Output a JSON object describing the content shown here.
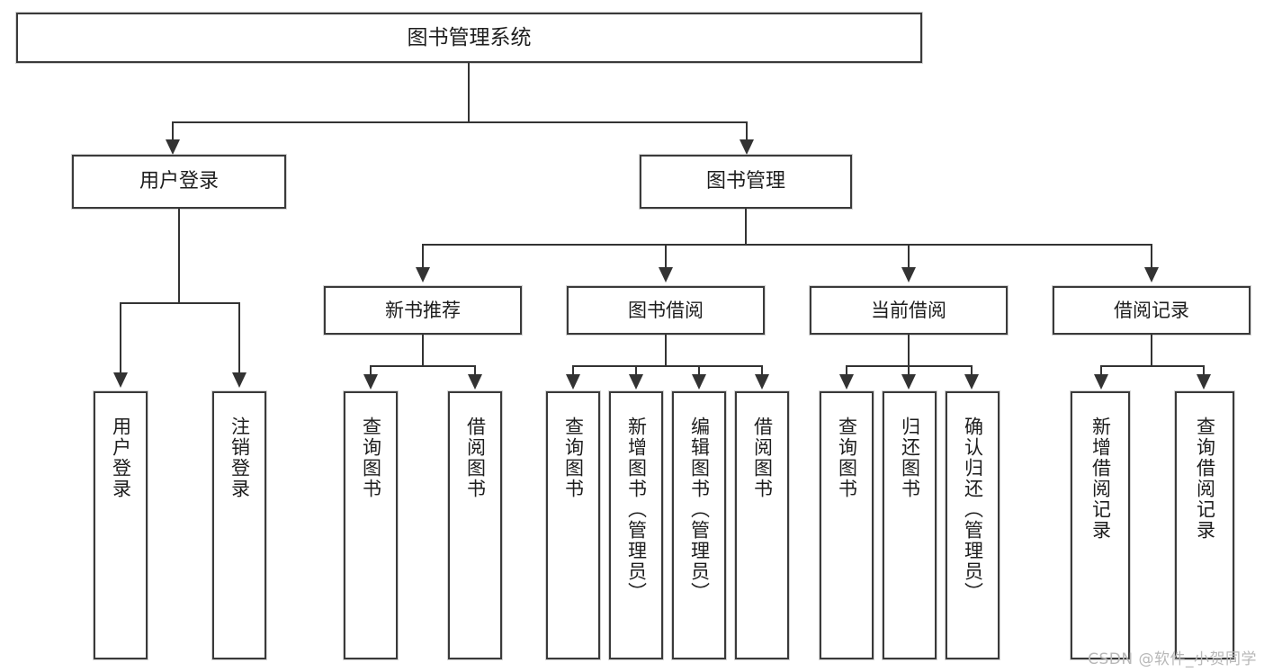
{
  "diagram": {
    "title_label": "图书管理系统",
    "root": {
      "label": "图书管理系统"
    },
    "level2": [
      {
        "label": "用户登录"
      },
      {
        "label": "图书管理"
      }
    ],
    "level3": [
      {
        "label": "新书推荐"
      },
      {
        "label": "图书借阅"
      },
      {
        "label": "当前借阅"
      },
      {
        "label": "借阅记录"
      }
    ],
    "leaves": {
      "user_login": [
        {
          "label": "用户登录"
        },
        {
          "label": "注销登录"
        }
      ],
      "new_book_recommend": [
        {
          "label": "查询图书"
        },
        {
          "label": "借阅图书"
        }
      ],
      "book_borrow": [
        {
          "label": "查询图书"
        },
        {
          "label": "新增图书（管理员）"
        },
        {
          "label": "编辑图书（管理员）"
        },
        {
          "label": "借阅图书"
        }
      ],
      "current_borrow": [
        {
          "label": "查询图书"
        },
        {
          "label": "归还图书"
        },
        {
          "label": "确认归还（管理员）"
        }
      ],
      "borrow_record": [
        {
          "label": "新增借阅记录"
        },
        {
          "label": "查询借阅记录"
        }
      ]
    }
  },
  "watermark": {
    "text": "CSDN @软件_小贺同学"
  },
  "colors": {
    "background": "#ffffff",
    "box_border": "#3a3a3a",
    "connector": "#333333",
    "text": "#1d1d1d",
    "watermark": "#b8b8b8"
  }
}
